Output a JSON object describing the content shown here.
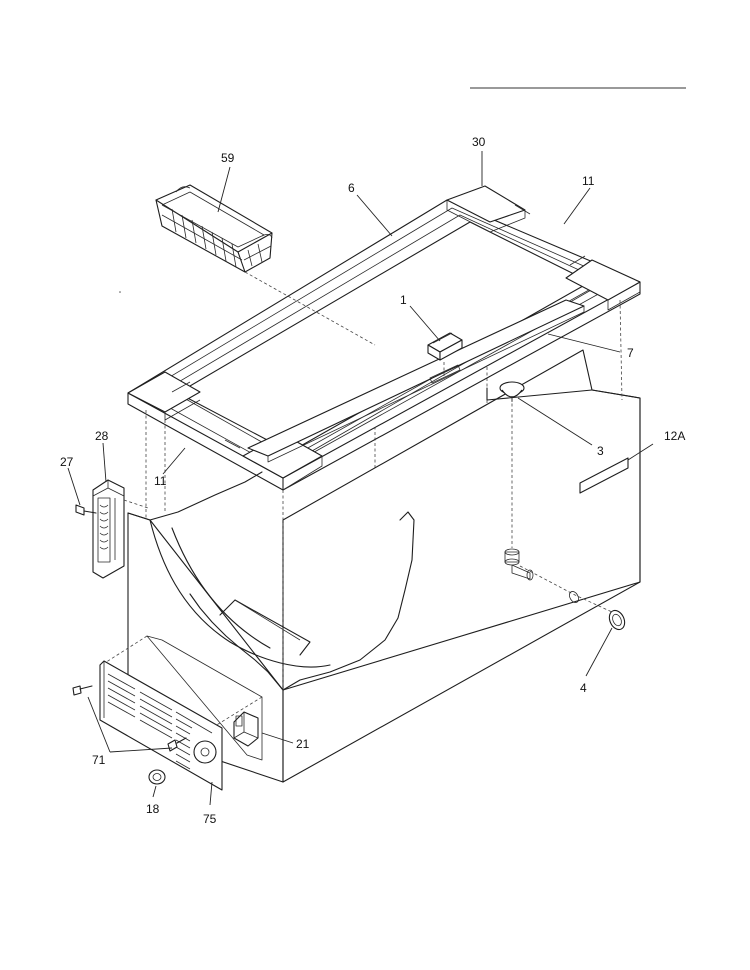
{
  "callouts": [
    {
      "id": "c-59",
      "label": "59"
    },
    {
      "id": "c-6",
      "label": "6"
    },
    {
      "id": "c-30",
      "label": "30"
    },
    {
      "id": "c-11-top",
      "label": "11"
    },
    {
      "id": "c-1",
      "label": "1"
    },
    {
      "id": "c-7",
      "label": "7"
    },
    {
      "id": "c-3",
      "label": "3"
    },
    {
      "id": "c-12a",
      "label": "12A"
    },
    {
      "id": "c-28",
      "label": "28"
    },
    {
      "id": "c-27",
      "label": "27"
    },
    {
      "id": "c-11-left",
      "label": "11"
    },
    {
      "id": "c-4",
      "label": "4"
    },
    {
      "id": "c-21",
      "label": "21"
    },
    {
      "id": "c-71",
      "label": "71"
    },
    {
      "id": "c-18",
      "label": "18"
    },
    {
      "id": "c-75",
      "label": "75"
    }
  ]
}
